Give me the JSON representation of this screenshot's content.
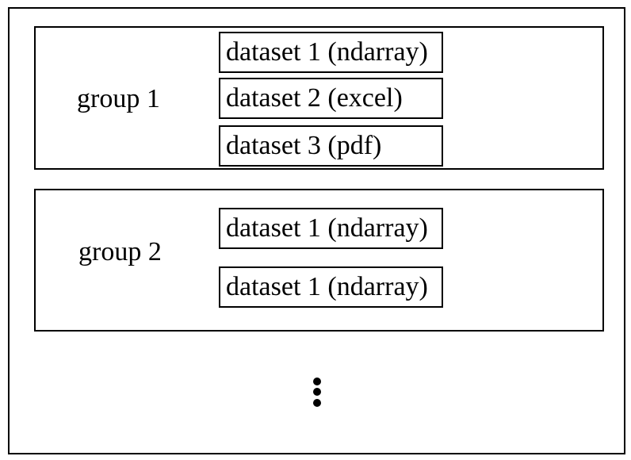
{
  "groups": [
    {
      "label": "group 1",
      "datasets": [
        "dataset 1 (ndarray)",
        "dataset 2 (excel)",
        "dataset 3 (pdf)"
      ]
    },
    {
      "label": "group 2",
      "datasets": [
        "dataset 1 (ndarray)",
        "dataset 1 (ndarray)"
      ]
    }
  ],
  "continuation_icon": "vertical-ellipsis-icon"
}
